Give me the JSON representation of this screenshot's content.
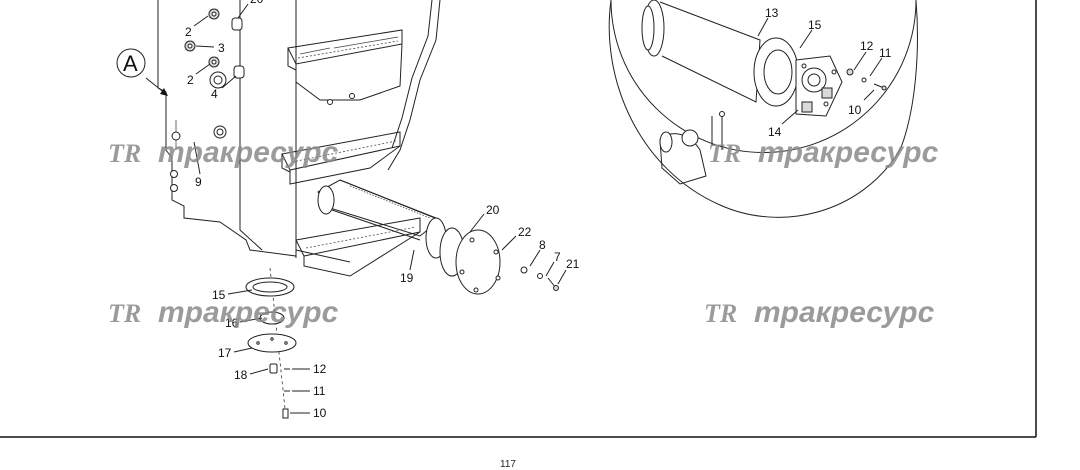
{
  "callout_letter": "A",
  "callouts": {
    "c_top": "20",
    "c2a": "2",
    "c3": "3",
    "c2b": "2",
    "c4": "4",
    "c9": "9",
    "c20": "20",
    "c22": "22",
    "c8": "8",
    "c7": "7",
    "c21": "21",
    "c19": "19",
    "c15": "15",
    "c16": "16",
    "c17": "17",
    "c18": "18",
    "c12": "12",
    "c11": "11",
    "c10": "10",
    "d13": "13",
    "d15": "15",
    "d12": "12",
    "d11": "11",
    "d10": "10",
    "d14": "14"
  },
  "watermarks": {
    "logo": "TR",
    "text": "тракресурс"
  },
  "page_number": "117"
}
